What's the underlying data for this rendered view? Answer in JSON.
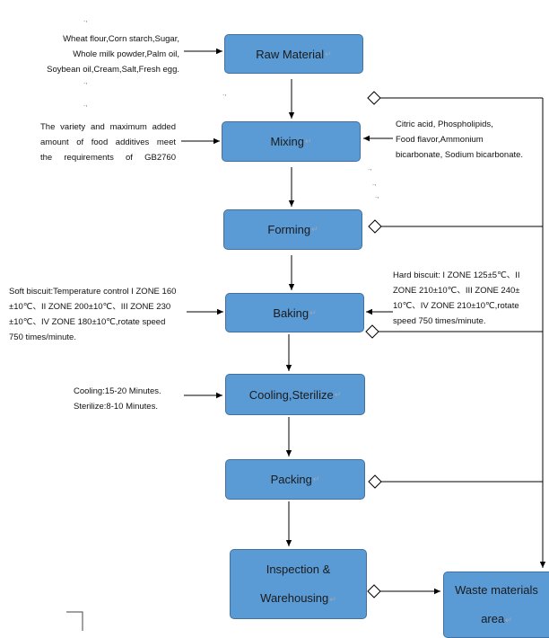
{
  "steps": {
    "raw_material": "Raw Material",
    "mixing": "Mixing",
    "forming": "Forming",
    "baking": "Baking",
    "cooling_sterilize": "Cooling,Sterilize",
    "packing": "Packing",
    "inspection_line1": "Inspection &",
    "inspection_line2": "Warehousing",
    "waste_line1": "Waste materials",
    "waste_line2": "area"
  },
  "notes": {
    "raw_inputs": [
      "Wheat flour,Corn starch,Sugar,",
      "Whole milk powder,Palm oil,",
      "Soybean oil,Cream,Salt,Fresh egg."
    ],
    "additives_rule": [
      "The variety and maximum added",
      "amount of food additives meet",
      "the requirements of GB2760"
    ],
    "additives_list": [
      "Citric acid, Phospholipids,",
      "Food flavor,Ammonium",
      "bicarbonate, Sodium bicarbonate."
    ],
    "soft_biscuit": [
      "Soft biscuit:Temperature control I ZONE 160",
      "±10℃、II ZONE 200±10℃、III ZONE 230",
      "±10℃、IV ZONE 180±10℃,rotate speed",
      "750 times/minute."
    ],
    "hard_biscuit": [
      "Hard biscuit: I ZONE 125±5℃、II",
      "ZONE 210±10℃、III ZONE 240±",
      "10℃、IV ZONE 210±10℃,rotate",
      "speed 750 times/minute."
    ],
    "cooling": [
      "Cooling:15-20 Minutes.",
      "Sterilize:8-10 Minutes."
    ]
  },
  "marks": {
    "paragraph": "↵",
    "small": ".,"
  },
  "colors": {
    "box_fill": "#5b9bd5",
    "box_border": "#41719c",
    "line": "#000000"
  }
}
